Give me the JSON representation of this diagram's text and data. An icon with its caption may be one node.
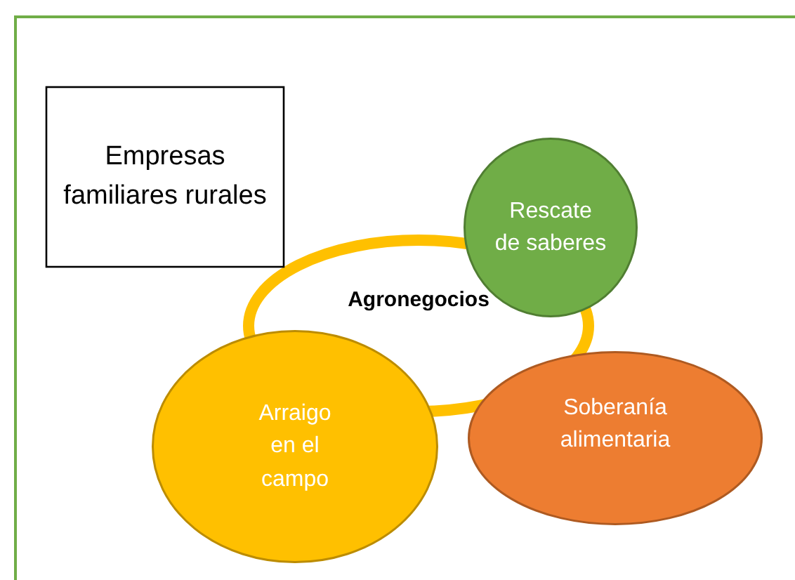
{
  "diagram": {
    "nodes": [
      {
        "text": [
          "Empresas familiares rurales"
        ]
      },
      {
        "text": [
          "Rescate de saberes"
        ]
      },
      {
        "text": [
          "Agronegocios"
        ]
      },
      {
        "text": [
          "Soberanía alimentaria"
        ]
      },
      {
        "text": [
          "Arraigo en el campo"
        ]
      }
    ]
  }
}
